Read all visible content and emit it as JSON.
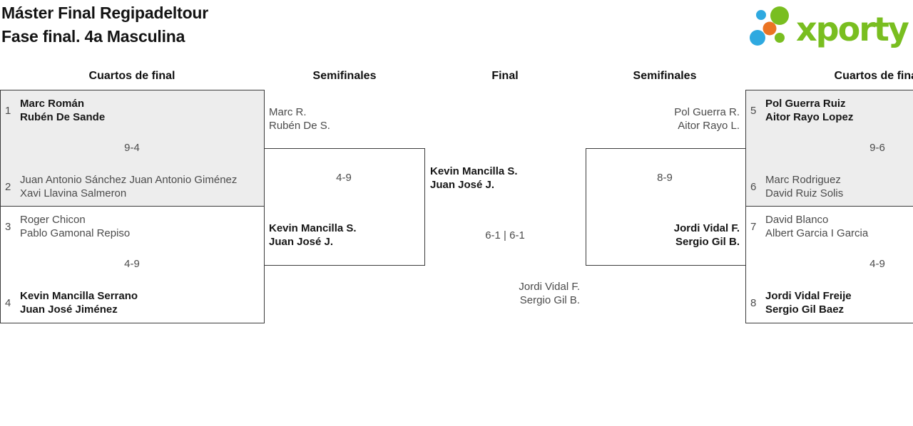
{
  "title": {
    "line1": "Máster Final Regipadeltour",
    "line2": "Fase final. 4a Masculina"
  },
  "logo": {
    "text": "xporty",
    "colors": {
      "green": "#79be20",
      "blue": "#2ea9e0",
      "orange": "#eb7423"
    }
  },
  "headers": {
    "qf_left": "Cuartos de final",
    "sf_left": "Semifinales",
    "final": "Final",
    "sf_right": "Semifinales",
    "qf_right": "Cuartos de final"
  },
  "matches": {
    "qf_l1": {
      "seed_a": "1",
      "seed_b": "2",
      "team_a": [
        "Marc Román",
        "Rubén De Sande"
      ],
      "team_b": [
        "Juan Antonio Sánchez Juan Antonio Giménez",
        "Xavi Llavina Salmeron"
      ],
      "score": "9-4"
    },
    "qf_l2": {
      "seed_a": "3",
      "seed_b": "4",
      "team_a": [
        "Roger Chicon",
        "Pablo Gamonal Repiso"
      ],
      "team_b": [
        "Kevin Mancilla Serrano",
        "Juan José Jiménez"
      ],
      "score": "4-9"
    },
    "sf_l": {
      "team_a": [
        "Marc R.",
        "Rubén De S."
      ],
      "team_b": [
        "Kevin Mancilla S.",
        "Juan José J."
      ],
      "score": "4-9"
    },
    "final": {
      "team_a": [
        "Kevin Mancilla S.",
        "Juan José J."
      ],
      "team_b": [
        "Jordi Vidal F.",
        "Sergio Gil B."
      ],
      "score": "6-1 | 6-1"
    },
    "sf_r": {
      "team_a": [
        "Pol Guerra R.",
        "Aitor Rayo L."
      ],
      "team_b": [
        "Jordi Vidal F.",
        "Sergio Gil B."
      ],
      "score": "8-9"
    },
    "qf_r1": {
      "seed_a": "5",
      "seed_b": "6",
      "team_a": [
        "Pol Guerra Ruiz",
        "Aitor Rayo Lopez"
      ],
      "team_b": [
        "Marc Rodriguez",
        "David Ruiz Solis"
      ],
      "score": "9-6"
    },
    "qf_r2": {
      "seed_a": "7",
      "seed_b": "8",
      "team_a": [
        "David Blanco",
        "Albert Garcia I Garcia"
      ],
      "team_b": [
        "Jordi Vidal Freije",
        "Sergio Gil Baez"
      ],
      "score": "4-9"
    }
  }
}
